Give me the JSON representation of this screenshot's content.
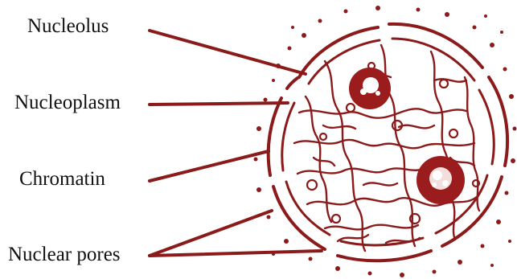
{
  "labels": {
    "nucleolus": "Nucleolus",
    "nucleoplasm": "Nucleoplasm",
    "chromatin": "Chromatin",
    "nuclear_pores": "Nuclear pores"
  },
  "colors": {
    "stroke": "#8b1a1a",
    "fill": "#9b1c1c",
    "text": "#111111"
  }
}
